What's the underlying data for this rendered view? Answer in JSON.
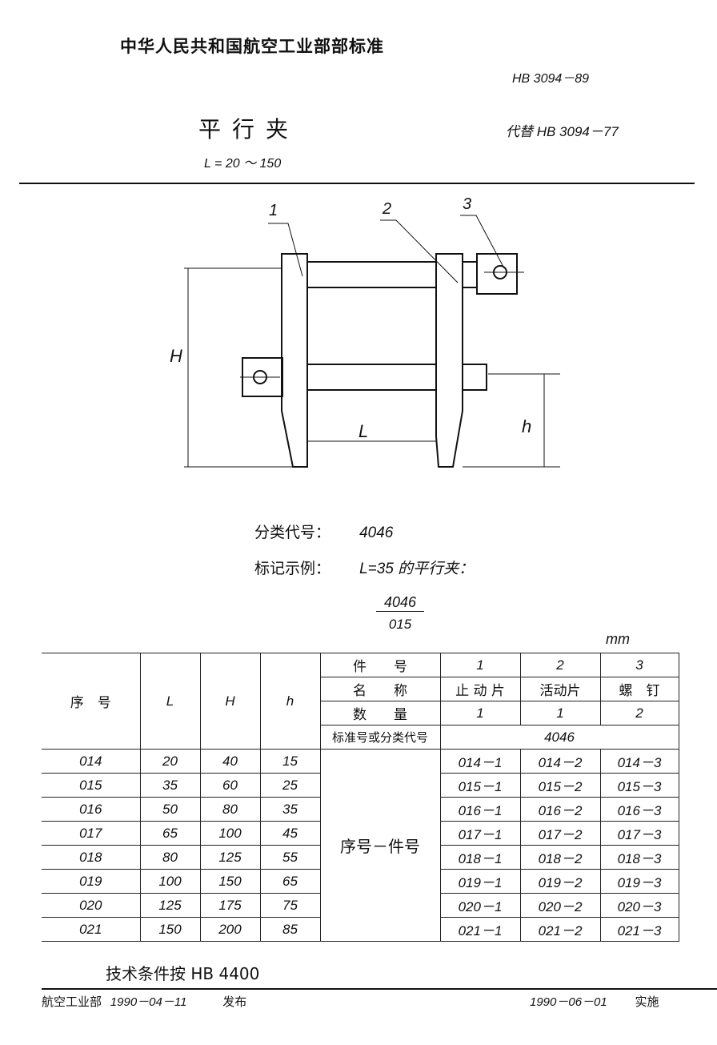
{
  "header": {
    "organization": "中华人民共和国航空工业部部标准",
    "standard_code": "HB 3094－89",
    "title": "平行夹",
    "replaces": "代替 HB 3094－77",
    "range": "L = 20 ～ 150"
  },
  "drawing": {
    "callouts": [
      "1",
      "2",
      "3"
    ],
    "dims": {
      "H": "H",
      "L": "L",
      "h": "h"
    }
  },
  "classification": {
    "label": "分类代号：",
    "value": "4046"
  },
  "marking_example": {
    "label": "标记示例：",
    "text": "L=35 的平行夹：",
    "numerator": "4046",
    "denominator": "015"
  },
  "unit": "mm",
  "table": {
    "headers": {
      "seq": "序　号",
      "L": "L",
      "H": "H",
      "h": "h"
    },
    "part_rows": [
      {
        "label": "件　　号",
        "values": [
          "1",
          "2",
          "3"
        ]
      },
      {
        "label": "名　　称",
        "values": [
          "止 动 片",
          "活动片",
          "螺　钉"
        ]
      },
      {
        "label": "数　　量",
        "values": [
          "1",
          "1",
          "2"
        ]
      },
      {
        "label": "标准号或分类代号",
        "values": [
          "4046"
        ]
      }
    ],
    "seq_part_label": "序号－件号",
    "rows": [
      {
        "seq": "014",
        "L": "20",
        "H": "40",
        "h": "15",
        "p1": "014－1",
        "p2": "014－2",
        "p3": "014－3"
      },
      {
        "seq": "015",
        "L": "35",
        "H": "60",
        "h": "25",
        "p1": "015－1",
        "p2": "015－2",
        "p3": "015－3"
      },
      {
        "seq": "016",
        "L": "50",
        "H": "80",
        "h": "35",
        "p1": "016－1",
        "p2": "016－2",
        "p3": "016－3"
      },
      {
        "seq": "017",
        "L": "65",
        "H": "100",
        "h": "45",
        "p1": "017－1",
        "p2": "017－2",
        "p3": "017－3"
      },
      {
        "seq": "018",
        "L": "80",
        "H": "125",
        "h": "55",
        "p1": "018－1",
        "p2": "018－2",
        "p3": "018－3"
      },
      {
        "seq": "019",
        "L": "100",
        "H": "150",
        "h": "65",
        "p1": "019－1",
        "p2": "019－2",
        "p3": "019－3"
      },
      {
        "seq": "020",
        "L": "125",
        "H": "175",
        "h": "75",
        "p1": "020－1",
        "p2": "020－2",
        "p3": "020－3"
      },
      {
        "seq": "021",
        "L": "150",
        "H": "200",
        "h": "85",
        "p1": "021－1",
        "p2": "021－2",
        "p3": "021－3"
      }
    ]
  },
  "technical": "技术条件按 HB 4400",
  "footer": {
    "issuer": "航空工业部",
    "issue_date": "1990－04－11",
    "issue_label": "发布",
    "effective_date": "1990－06－01",
    "effective_label": "实施"
  }
}
